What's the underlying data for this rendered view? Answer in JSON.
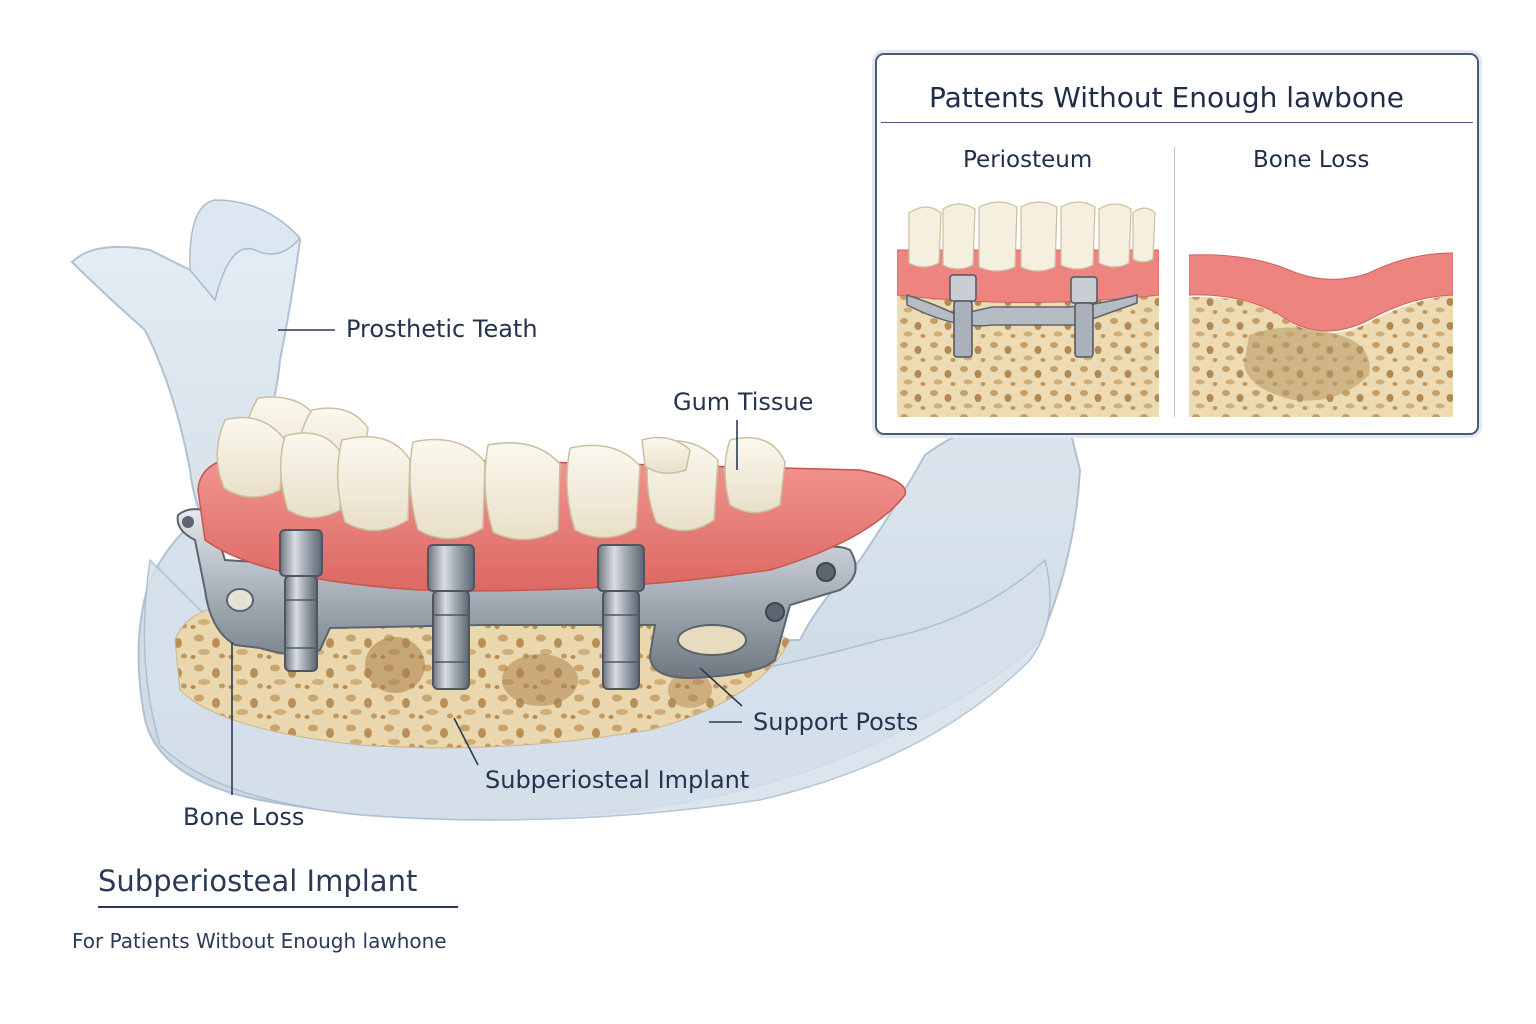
{
  "labels": {
    "prosthetic_teeth": "Prosthetic Teath",
    "gum_tissue": "Gum Tissue",
    "support_posts": "Support Posts",
    "subperiosteal_implant": "Subperiosteal Implant",
    "bone_loss": "Bone Loss"
  },
  "inset": {
    "title": "Pattents Without Enough lawbone",
    "panels": [
      {
        "title": "Periosteum"
      },
      {
        "title": "Bone Loss"
      }
    ]
  },
  "caption": {
    "title": "Subperiosteal Implant",
    "subtitle": "For Patients Witbout Enough lawhone"
  },
  "colors": {
    "label_text": "#24344f",
    "gum": "#ec7f7b",
    "bone": "#e8d3a6",
    "metal": "#9aa2ad",
    "tooth": "#f4efe0",
    "jaw_glass": "#cfdce8"
  }
}
